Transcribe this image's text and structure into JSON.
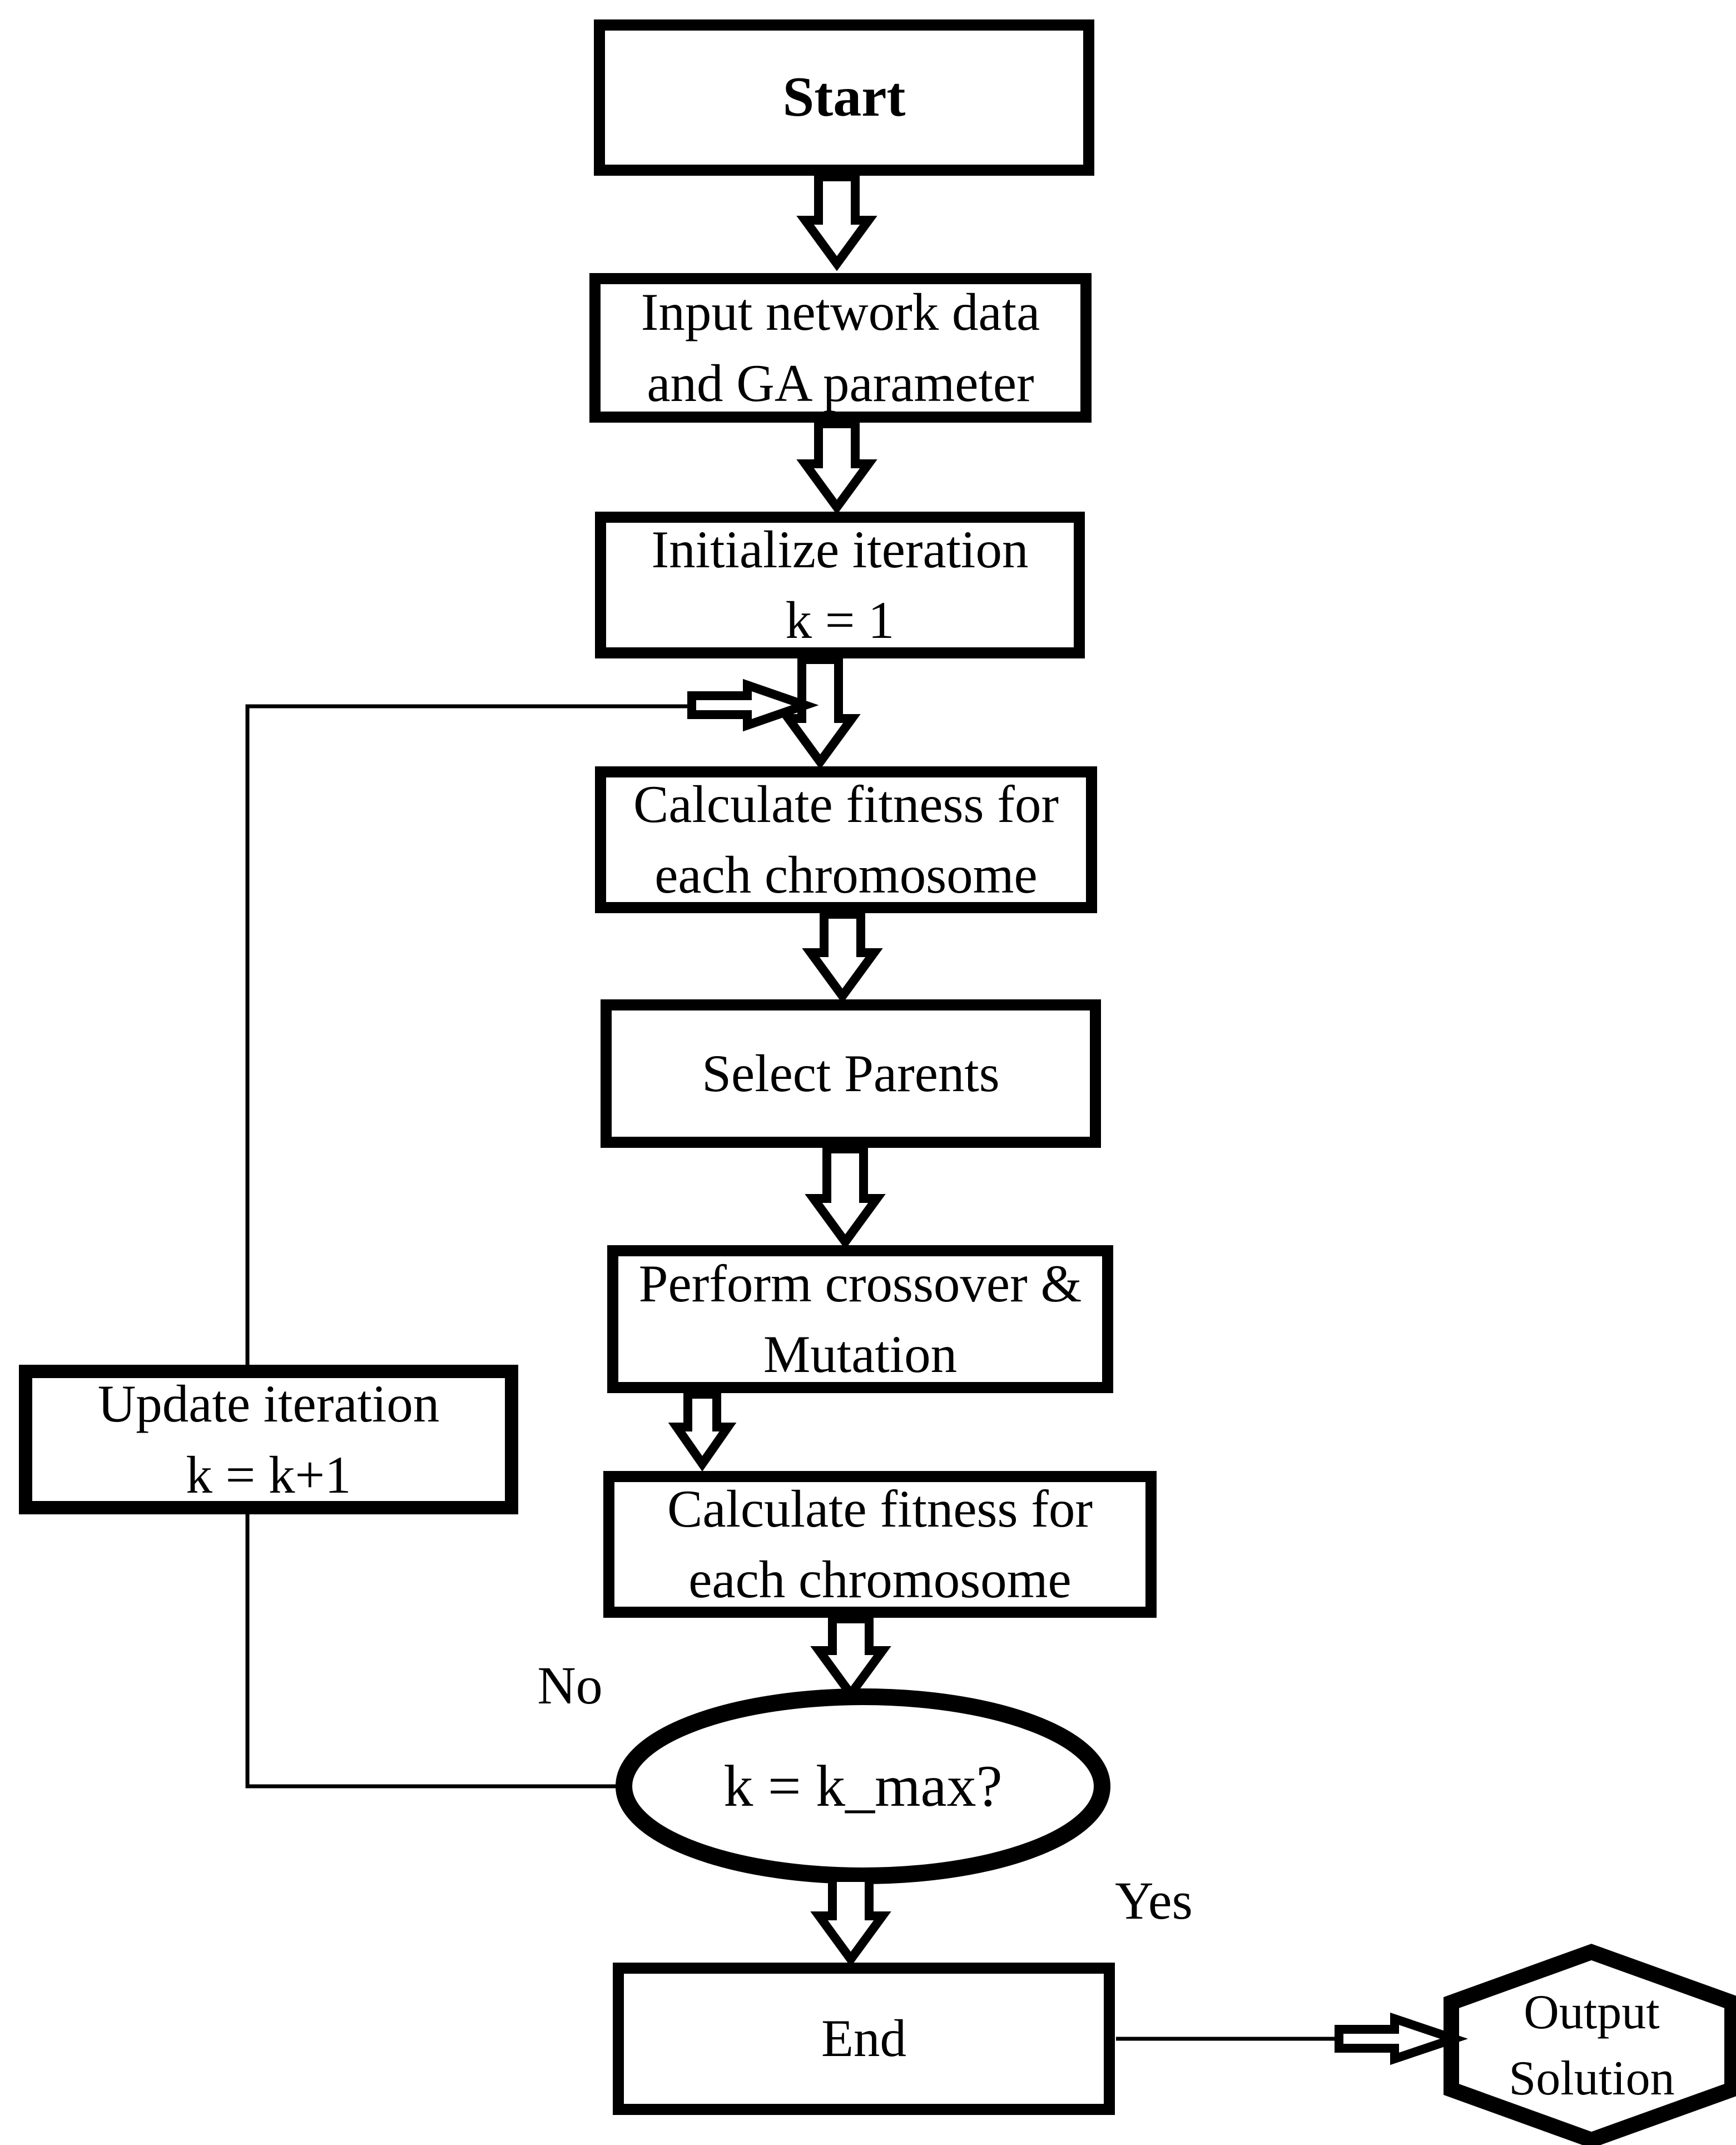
{
  "diagram": {
    "type": "flowchart",
    "topic": "Genetic algorithm iteration loop",
    "nodes": {
      "start": {
        "label": "Start"
      },
      "input": {
        "line1": "Input network data",
        "line2": "and GA parameter"
      },
      "initialize": {
        "line1": "Initialize iteration",
        "line2": "k = 1"
      },
      "calc_fitness_1": {
        "line1": "Calculate fitness for",
        "line2": "each chromosome"
      },
      "select_parents": {
        "label": "Select Parents"
      },
      "crossover": {
        "line1": "Perform crossover &",
        "line2": "Mutation"
      },
      "calc_fitness_2": {
        "line1": "Calculate fitness for",
        "line2": "each chromosome"
      },
      "decision": {
        "label": "k = k_max?"
      },
      "update": {
        "line1": "Update iteration",
        "line2": "k = k+1"
      },
      "end": {
        "label": "End"
      },
      "output": {
        "line1": "Output",
        "line2": "Solution"
      }
    },
    "edge_labels": {
      "no": "No",
      "yes": "Yes"
    },
    "colors": {
      "stroke": "#000000",
      "fill": "#ffffff",
      "text": "#000000",
      "background": "#ffffff"
    }
  }
}
